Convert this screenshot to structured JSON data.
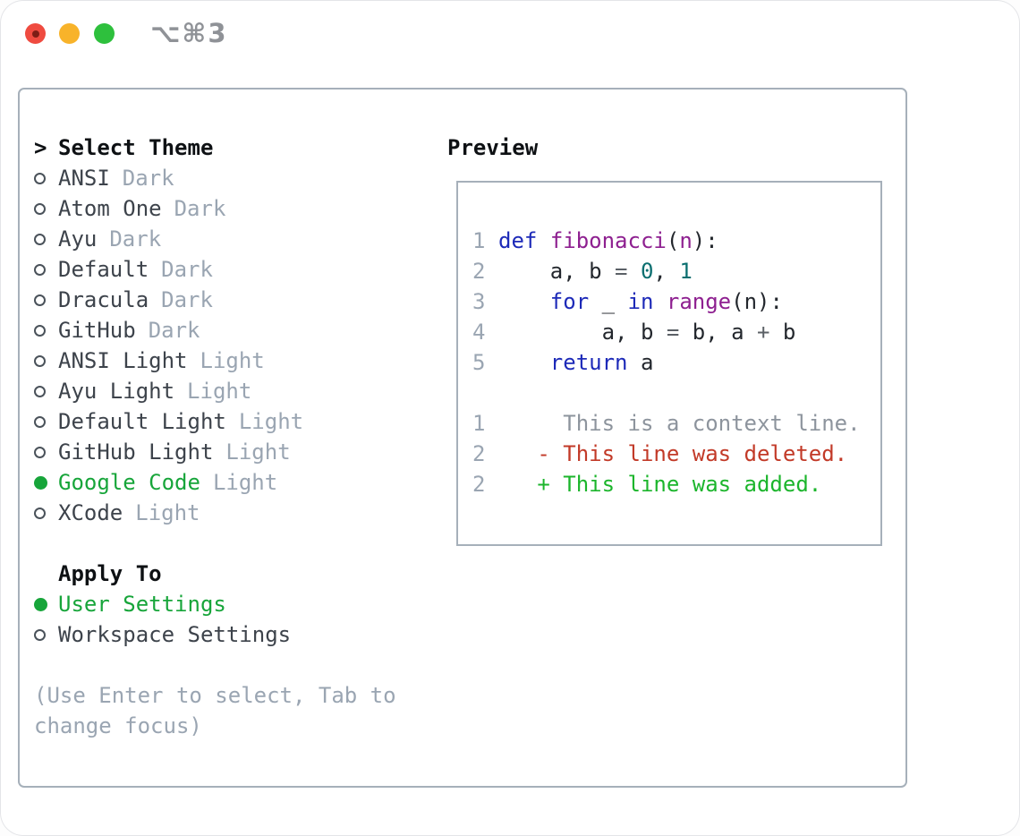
{
  "titlebar": {
    "shortcut": "⌥⌘3"
  },
  "theme_menu": {
    "header": {
      "prompt": ">",
      "title": "Select Theme"
    },
    "items": [
      {
        "name": "ANSI",
        "tag": "Dark",
        "selected": false
      },
      {
        "name": "Atom One",
        "tag": "Dark",
        "selected": false
      },
      {
        "name": "Ayu",
        "tag": "Dark",
        "selected": false
      },
      {
        "name": "Default",
        "tag": "Dark",
        "selected": false
      },
      {
        "name": "Dracula",
        "tag": "Dark",
        "selected": false
      },
      {
        "name": "GitHub",
        "tag": "Dark",
        "selected": false
      },
      {
        "name": "ANSI Light",
        "tag": "Light",
        "selected": false
      },
      {
        "name": "Ayu Light",
        "tag": "Light",
        "selected": false
      },
      {
        "name": "Default Light",
        "tag": "Light",
        "selected": false
      },
      {
        "name": "GitHub Light",
        "tag": "Light",
        "selected": false
      },
      {
        "name": "Google Code",
        "tag": "Light",
        "selected": true
      },
      {
        "name": "XCode",
        "tag": "Light",
        "selected": false
      }
    ],
    "apply_to": {
      "title": "Apply To",
      "options": [
        {
          "name": "User Settings",
          "selected": true
        },
        {
          "name": "Workspace Settings",
          "selected": false
        }
      ]
    },
    "help_lines": [
      "(Use Enter to select, Tab to",
      "change focus)"
    ]
  },
  "preview": {
    "title": "Preview",
    "code_lines": [
      {
        "num": "1",
        "tokens": [
          {
            "t": "def",
            "c": "kw"
          },
          {
            "t": " ",
            "c": "pl"
          },
          {
            "t": "fibonacci",
            "c": "fn"
          },
          {
            "t": "(",
            "c": "pl"
          },
          {
            "t": "n",
            "c": "fn"
          },
          {
            "t": "):",
            "c": "pl"
          }
        ]
      },
      {
        "num": "2",
        "tokens": [
          {
            "t": "    a, b ",
            "c": "pl"
          },
          {
            "t": "=",
            "c": "op"
          },
          {
            "t": " ",
            "c": "pl"
          },
          {
            "t": "0",
            "c": "lit"
          },
          {
            "t": ", ",
            "c": "pl"
          },
          {
            "t": "1",
            "c": "lit"
          }
        ]
      },
      {
        "num": "3",
        "tokens": [
          {
            "t": "    ",
            "c": "pl"
          },
          {
            "t": "for",
            "c": "kw"
          },
          {
            "t": " _ ",
            "c": "pl"
          },
          {
            "t": "in",
            "c": "kw"
          },
          {
            "t": " ",
            "c": "pl"
          },
          {
            "t": "range",
            "c": "fn"
          },
          {
            "t": "(n):",
            "c": "pl"
          }
        ]
      },
      {
        "num": "4",
        "tokens": [
          {
            "t": "        a, b ",
            "c": "pl"
          },
          {
            "t": "=",
            "c": "op"
          },
          {
            "t": " b, a ",
            "c": "pl"
          },
          {
            "t": "+",
            "c": "op"
          },
          {
            "t": " b",
            "c": "pl"
          }
        ]
      },
      {
        "num": "5",
        "tokens": [
          {
            "t": "    ",
            "c": "pl"
          },
          {
            "t": "return",
            "c": "kw"
          },
          {
            "t": " a",
            "c": "pl"
          }
        ]
      }
    ],
    "diff_lines": [
      {
        "num": "1",
        "text": "     This is a context line.",
        "type": "context"
      },
      {
        "num": "2",
        "text": "   - This line was deleted.",
        "type": "deleted"
      },
      {
        "num": "2",
        "text": "   + This line was added.",
        "type": "added"
      }
    ]
  },
  "colors": {
    "accent_green": "#17a53a",
    "diff_added": "#1cb52c",
    "diff_deleted": "#c23a28",
    "context_gray": "#8d949d",
    "keyword_blue": "#1d2ab8",
    "name_purple": "#8e2090",
    "literal_teal": "#0b6f70",
    "muted_gray": "#9aa5b2",
    "panel_border": "#a6b0ba"
  }
}
